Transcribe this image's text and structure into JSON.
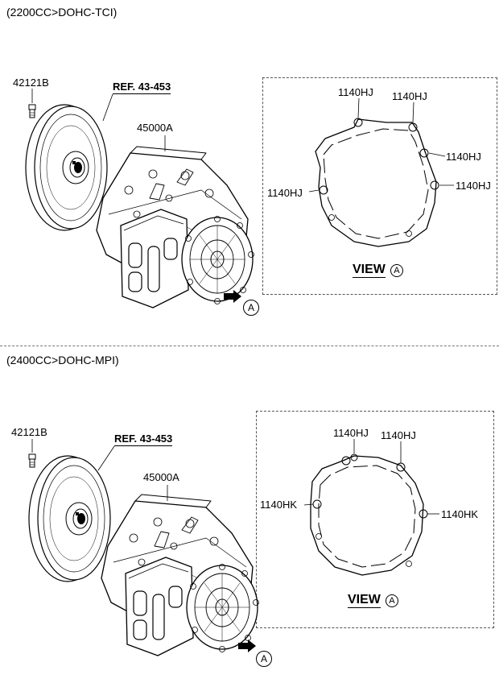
{
  "sections": [
    {
      "heading": "(2200CC>DOHC-TCI)",
      "bolt": "42121B",
      "ref": "REF. 43-453",
      "assembly": "45000A",
      "arrow_marker": "A",
      "view_title": "VIEW",
      "view_marker": "A",
      "gasket_callouts": [
        "1140HJ",
        "1140HJ",
        "1140HJ",
        "1140HJ",
        "1140HJ"
      ]
    },
    {
      "heading": "(2400CC>DOHC-MPI)",
      "bolt": "42121B",
      "ref": "REF. 43-453",
      "assembly": "45000A",
      "arrow_marker": "A",
      "view_title": "VIEW",
      "view_marker": "A",
      "gasket_callouts": [
        "1140HJ",
        "1140HJ",
        "1140HK",
        "1140HK"
      ]
    }
  ]
}
